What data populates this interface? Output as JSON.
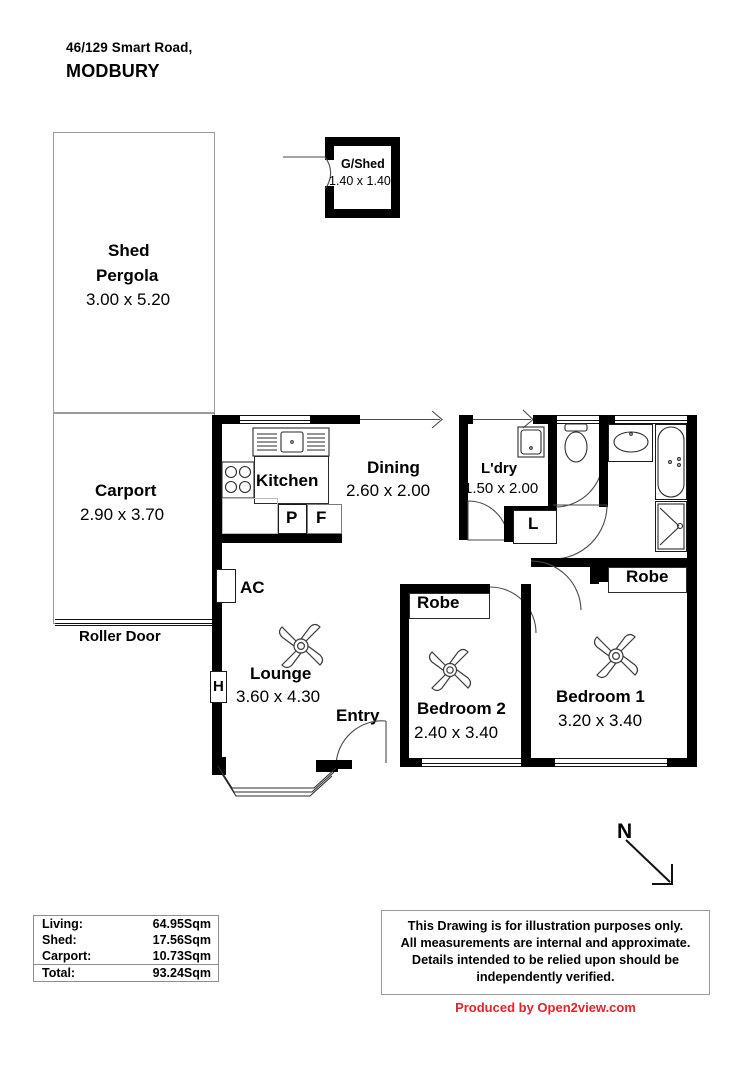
{
  "header": {
    "address_line1": "46/129 Smart Road,",
    "address_line2": "MODBURY"
  },
  "rooms": {
    "shed_pergola": {
      "name_line1": "Shed",
      "name_line2": "Pergola",
      "dim": "3.00 x 5.20"
    },
    "g_shed": {
      "name": "G/Shed",
      "dim": "1.40 x 1.40"
    },
    "carport": {
      "name": "Carport",
      "dim": "2.90 x 3.70"
    },
    "kitchen": {
      "name": "Kitchen"
    },
    "dining": {
      "name": "Dining",
      "dim": "2.60 x 2.00"
    },
    "laundry": {
      "name": "L'dry",
      "dim": "1.50 x 2.00"
    },
    "lounge": {
      "name": "Lounge",
      "dim": "3.60 x 4.30"
    },
    "bedroom2": {
      "name": "Bedroom 2",
      "dim": "2.40 x 3.40"
    },
    "bedroom1": {
      "name": "Bedroom 1",
      "dim": "3.20 x 3.40"
    }
  },
  "labels": {
    "roller_door": "Roller Door",
    "entry": "Entry",
    "robe_bed2": "Robe",
    "robe_bed1": "Robe",
    "pantry": "P",
    "fridge": "F",
    "laundry_trough": "L",
    "air_conditioner": "AC",
    "heater": "H",
    "north": "N"
  },
  "area_table": {
    "rows": [
      {
        "label": "Living:",
        "value": "64.95Sqm"
      },
      {
        "label": "Shed:",
        "value": "17.56Sqm"
      },
      {
        "label": "Carport:",
        "value": "10.73Sqm"
      }
    ],
    "total": {
      "label": "Total:",
      "value": "93.24Sqm"
    }
  },
  "disclaimer": {
    "line1": "This Drawing is for illustration purposes only.",
    "line2": "All measurements are internal and approximate.",
    "line3": "Details intended to be relied upon should be",
    "line4": "independently verified."
  },
  "producer": {
    "text": "Produced by Open2view.com",
    "color": "#e8202a"
  },
  "colors": {
    "wall": "#000000",
    "thin_line": "#9a9a9a",
    "text": "#000000",
    "brand": "#e8202a"
  }
}
